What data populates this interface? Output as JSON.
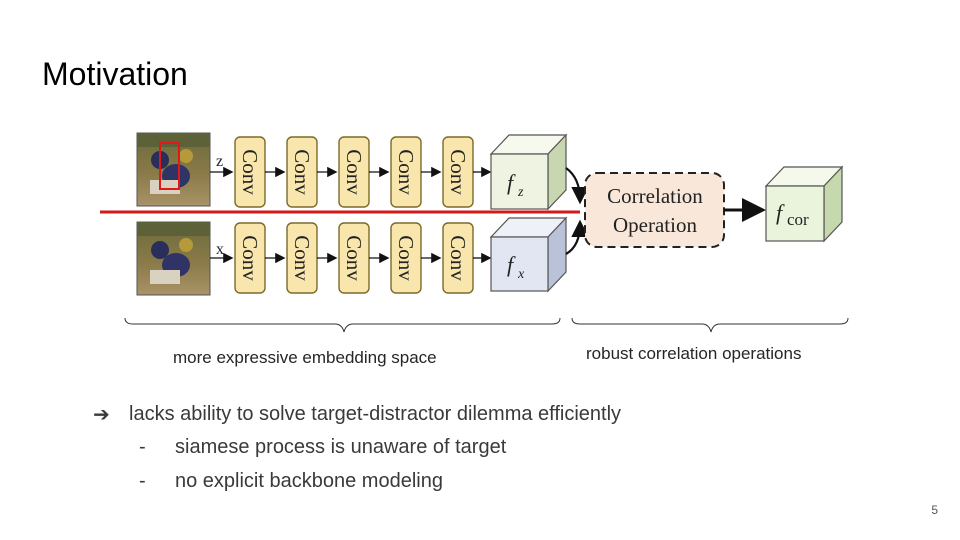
{
  "slide": {
    "title": "Motivation",
    "page_number": "5"
  },
  "diagram": {
    "branch_top_label": "z",
    "branch_bottom_label": "x",
    "conv_label": "Conv",
    "conv_blocks_per_branch": 5,
    "feature_top_base": "f",
    "feature_top_sub": "z",
    "feature_bottom_base": "f",
    "feature_bottom_sub": "x",
    "correlation_line1": "Correlation",
    "correlation_line2": "Operation",
    "output_base": "f",
    "output_sub": "cor",
    "caption_left": "more expressive embedding  space",
    "caption_right": "robust correlation operations",
    "colors": {
      "conv_fill": "#f8e6ad",
      "conv_stroke": "#7a6a2a",
      "fz_front": "#eef3e2",
      "fx_front": "#e1e6f2",
      "fcor_front": "#eaf3dc",
      "correlation_fill": "#f9e8d9",
      "red_line": "#d21a1a"
    }
  },
  "bullets": {
    "arrow_glyph": "➔",
    "main": "lacks ability to solve target-distractor dilemma efficiently",
    "dash_glyph": "-",
    "sub": [
      "siamese process is unaware of target",
      "no explicit backbone modeling"
    ]
  }
}
